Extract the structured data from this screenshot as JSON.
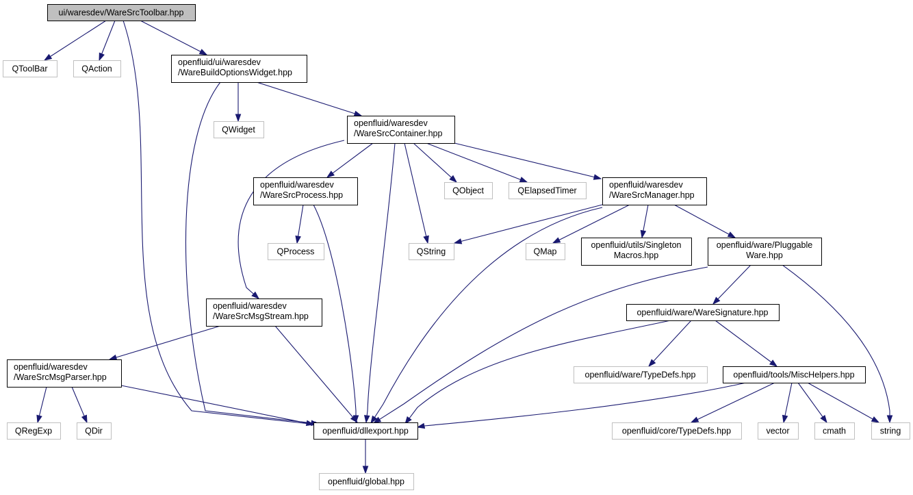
{
  "diagram": {
    "nodes": {
      "root": [
        "ui/waresdev/WareSrcToolbar.hpp"
      ],
      "qtoolbar": [
        "QToolBar"
      ],
      "qaction": [
        "QAction"
      ],
      "buildopts": [
        "openfluid/ui/waresdev",
        "/WareBuildOptionsWidget.hpp"
      ],
      "qwidget": [
        "QWidget"
      ],
      "container": [
        "openfluid/waresdev",
        "/WareSrcContainer.hpp"
      ],
      "process": [
        "openfluid/waresdev",
        "/WareSrcProcess.hpp"
      ],
      "qobject": [
        "QObject"
      ],
      "qelapsed": [
        "QElapsedTimer"
      ],
      "manager": [
        "openfluid/waresdev",
        "/WareSrcManager.hpp"
      ],
      "qprocess": [
        "QProcess"
      ],
      "qstring": [
        "QString"
      ],
      "qmap": [
        "QMap"
      ],
      "singleton": [
        "openfluid/utils/Singleton",
        "Macros.hpp"
      ],
      "pluggable": [
        "openfluid/ware/Pluggable",
        "Ware.hpp"
      ],
      "msgstream": [
        "openfluid/waresdev",
        "/WareSrcMsgStream.hpp"
      ],
      "signature": [
        "openfluid/ware/WareSignature.hpp"
      ],
      "msgparser": [
        "openfluid/waresdev",
        "/WareSrcMsgParser.hpp"
      ],
      "waretypedefs": [
        "openfluid/ware/TypeDefs.hpp"
      ],
      "mischelpers": [
        "openfluid/tools/MiscHelpers.hpp"
      ],
      "qregexp": [
        "QRegExp"
      ],
      "qdir": [
        "QDir"
      ],
      "dllexport": [
        "openfluid/dllexport.hpp"
      ],
      "coretypedefs": [
        "openfluid/core/TypeDefs.hpp"
      ],
      "vector": [
        "vector"
      ],
      "cmath": [
        "cmath"
      ],
      "string": [
        "string"
      ],
      "global": [
        "openfluid/global.hpp"
      ]
    },
    "edges": [
      [
        "root",
        "qtoolbar"
      ],
      [
        "root",
        "qaction"
      ],
      [
        "root",
        "buildopts"
      ],
      [
        "root",
        "dllexport"
      ],
      [
        "buildopts",
        "qwidget"
      ],
      [
        "buildopts",
        "container"
      ],
      [
        "buildopts",
        "dllexport"
      ],
      [
        "container",
        "process"
      ],
      [
        "container",
        "msgstream"
      ],
      [
        "container",
        "dllexport"
      ],
      [
        "container",
        "qstring"
      ],
      [
        "container",
        "qobject"
      ],
      [
        "container",
        "qelapsed"
      ],
      [
        "container",
        "manager"
      ],
      [
        "process",
        "qprocess"
      ],
      [
        "process",
        "dllexport"
      ],
      [
        "manager",
        "qstring"
      ],
      [
        "manager",
        "dllexport"
      ],
      [
        "manager",
        "qmap"
      ],
      [
        "manager",
        "singleton"
      ],
      [
        "manager",
        "pluggable"
      ],
      [
        "pluggable",
        "signature"
      ],
      [
        "pluggable",
        "dllexport"
      ],
      [
        "pluggable",
        "string"
      ],
      [
        "msgstream",
        "msgparser"
      ],
      [
        "msgstream",
        "dllexport"
      ],
      [
        "msgparser",
        "qregexp"
      ],
      [
        "msgparser",
        "qdir"
      ],
      [
        "msgparser",
        "dllexport"
      ],
      [
        "signature",
        "waretypedefs"
      ],
      [
        "signature",
        "mischelpers"
      ],
      [
        "signature",
        "dllexport"
      ],
      [
        "mischelpers",
        "dllexport"
      ],
      [
        "mischelpers",
        "coretypedefs"
      ],
      [
        "mischelpers",
        "vector"
      ],
      [
        "mischelpers",
        "cmath"
      ],
      [
        "mischelpers",
        "string"
      ],
      [
        "dllexport",
        "global"
      ]
    ]
  }
}
